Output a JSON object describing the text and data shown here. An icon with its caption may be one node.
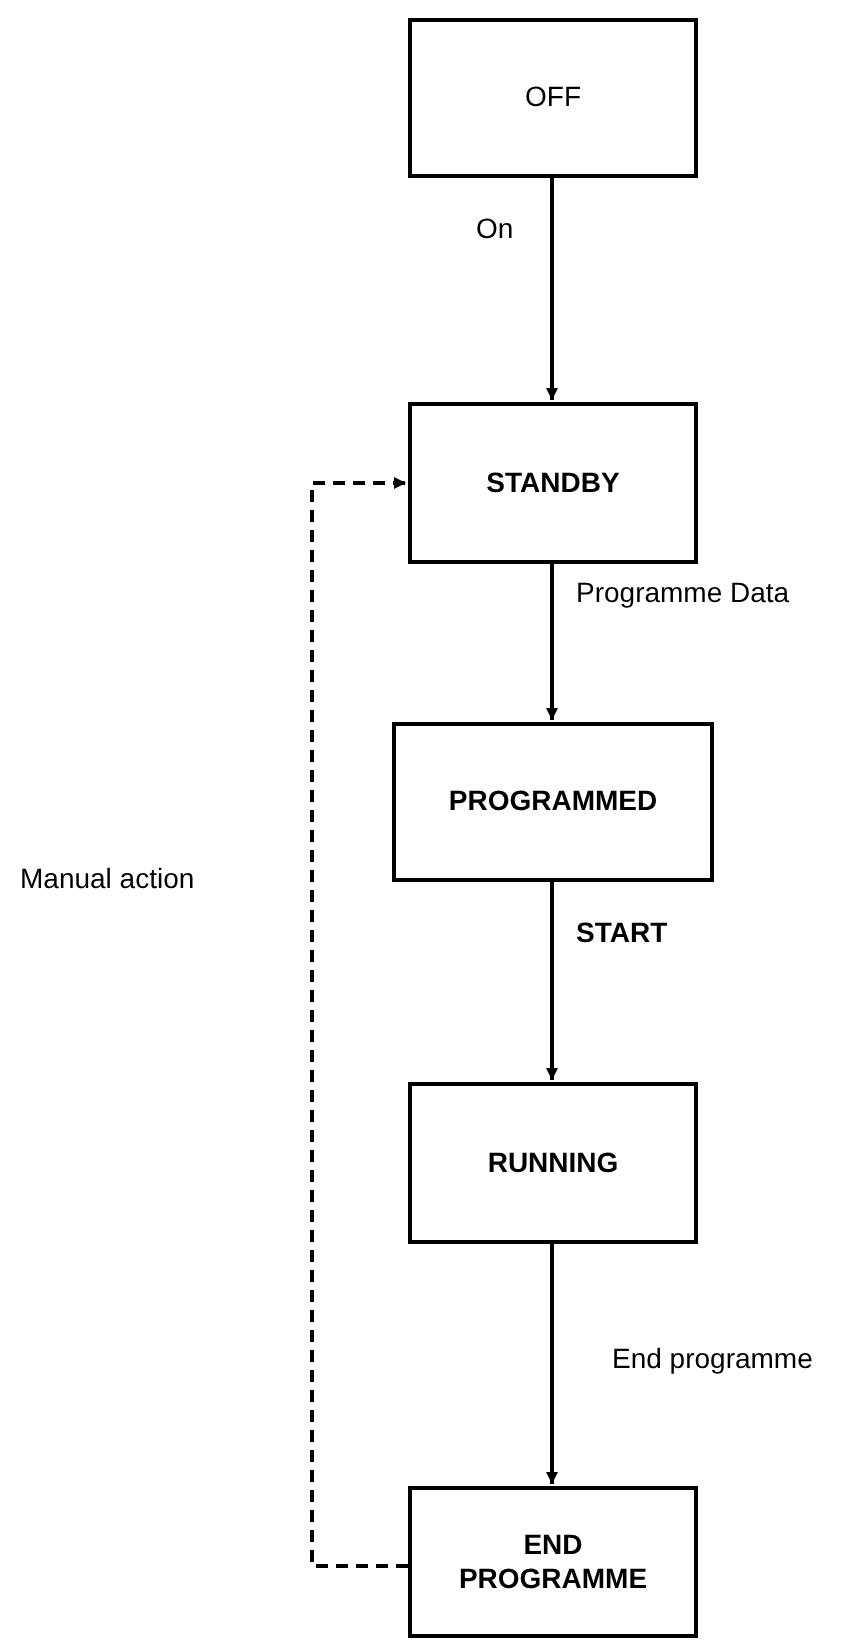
{
  "diagram": {
    "nodes": [
      {
        "text": [
          "OFF"
        ]
      },
      {
        "text": [
          "STANDBY"
        ]
      },
      {
        "text": [
          "PROGRAMMED"
        ]
      },
      {
        "text": [
          "RUNNING"
        ]
      },
      {
        "text": [
          "END PROGRAMME"
        ]
      }
    ],
    "edges": [
      {
        "from": 0,
        "to": 1,
        "arrow": "to",
        "label": "On"
      },
      {
        "from": 1,
        "to": 2,
        "arrow": "to",
        "label": "Programme Data"
      },
      {
        "from": 2,
        "to": 3,
        "arrow": "to",
        "label": "START"
      },
      {
        "from": 3,
        "to": 4,
        "arrow": "to",
        "label": "End programme"
      },
      {
        "from": 4,
        "to": 1,
        "arrow": "to",
        "label": "Manual action",
        "style": "dashed"
      }
    ]
  }
}
